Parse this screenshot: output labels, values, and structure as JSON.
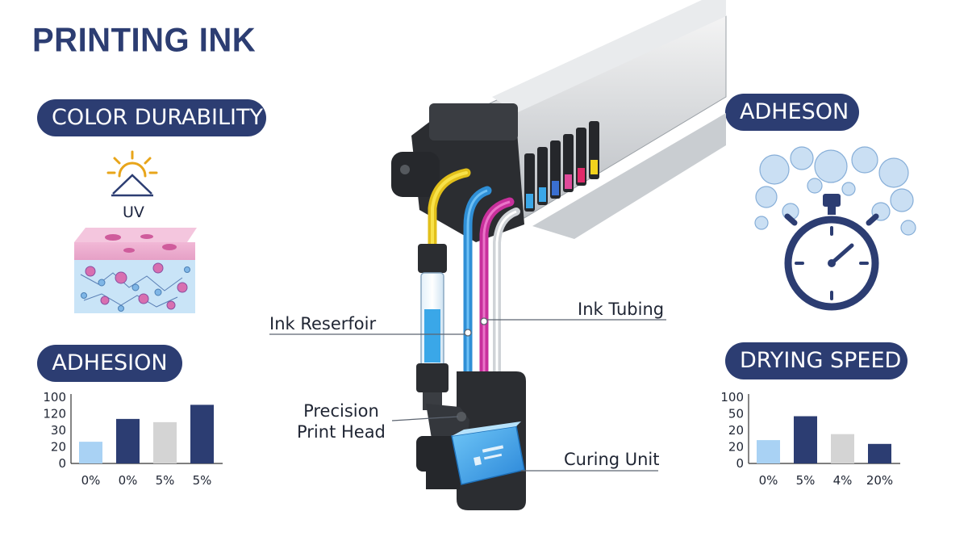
{
  "title": "PRINTING INK",
  "panels": {
    "color_durability": "COLOR DURABILITY",
    "uv_label": "UV",
    "adhesion": "ADHESION",
    "adheson": "ADHESON",
    "drying_speed": "DRYING SPEED"
  },
  "callouts": {
    "ink_reservoir": "Ink Reserfoir",
    "ink_tubing": "Ink Tubing",
    "print_head_line1": "Precision",
    "print_head_line2": "Print Head",
    "curing_unit": "Curing Unit"
  },
  "colors": {
    "navy": "#2c3d72",
    "light_blue": "#a9d2f4",
    "gray": "#d4d4d4",
    "yellow": "#f2d21c",
    "cyan": "#2f9be0",
    "magenta": "#c8309c"
  },
  "chart_data": [
    {
      "type": "bar",
      "title": "ADHESION",
      "y_ticks": [
        "100",
        "120",
        "30",
        "20",
        "0"
      ],
      "categories": [
        "0%",
        "0%",
        "5%",
        "5%"
      ],
      "values": [
        0.4,
        0.82,
        0.76,
        1.08
      ],
      "bar_colors": [
        "#a9d2f4",
        "#2c3d72",
        "#d4d4d4",
        "#2c3d72"
      ]
    },
    {
      "type": "bar",
      "title": "DRYING SPEED",
      "y_ticks": [
        "100",
        "50",
        "20",
        "20",
        "0"
      ],
      "categories": [
        "0%",
        "5%",
        "4%",
        "20%"
      ],
      "values": [
        0.43,
        0.87,
        0.54,
        0.36
      ],
      "bar_colors": [
        "#a9d2f4",
        "#2c3d72",
        "#d4d4d4",
        "#2c3d72"
      ]
    }
  ]
}
